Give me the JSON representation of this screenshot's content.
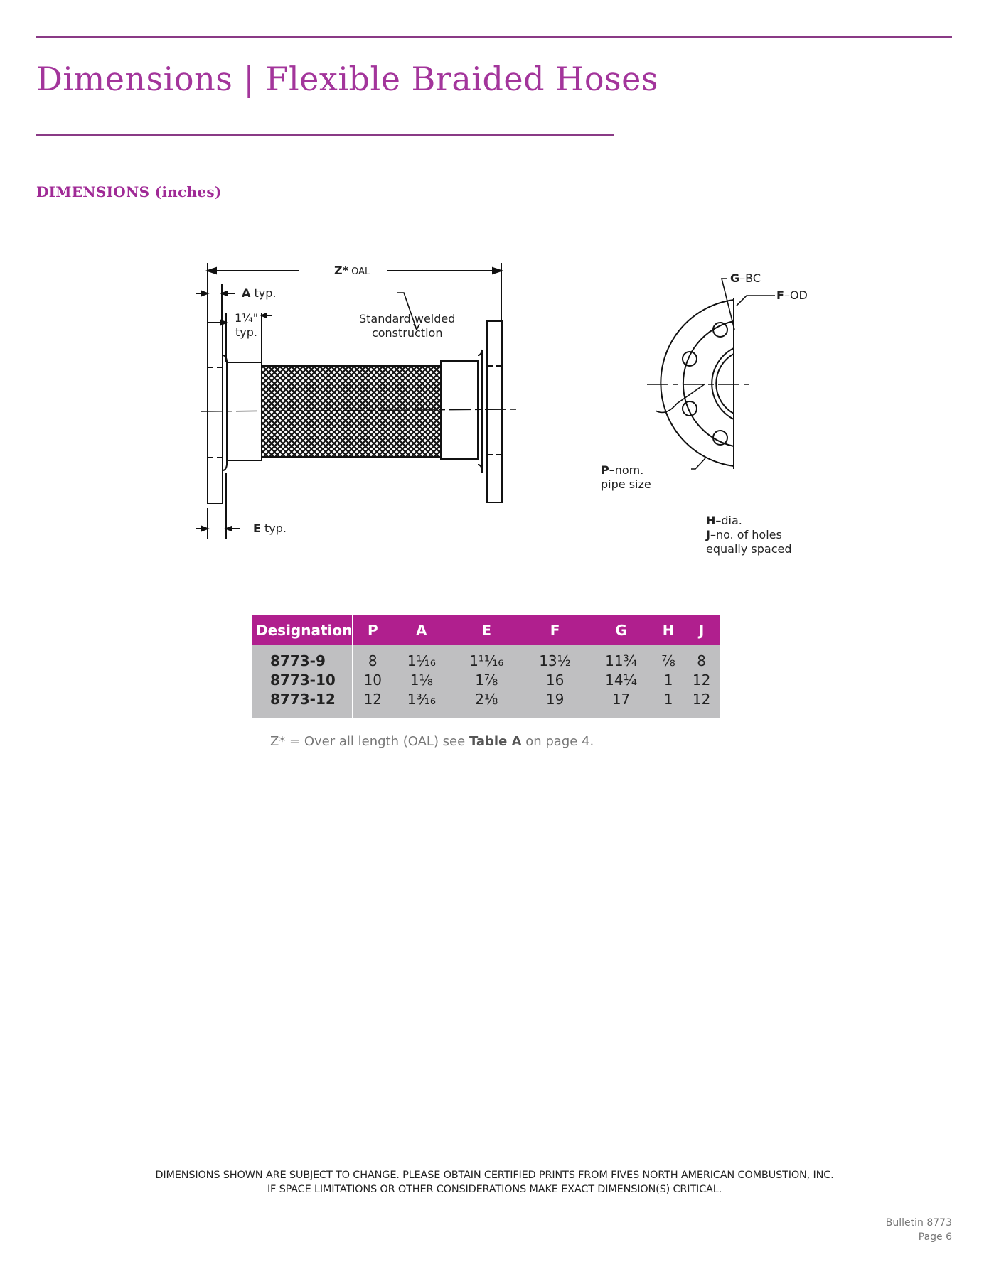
{
  "header": {
    "title": "Dimensions | Flexible Braided Hoses",
    "section_heading": "DIMENSIONS (inches)",
    "accent_color": "#a3359b",
    "rule_color": "#8a3a86"
  },
  "diagram": {
    "side_view": {
      "z_label_bold": "Z*",
      "z_label_rest": " OAL",
      "a_label_bold": "A",
      "a_label_rest": " typ.",
      "flange_width_line1": "1¼\"",
      "flange_width_line2": "typ.",
      "weld_line1": "Standard welded",
      "weld_line2": "construction",
      "e_label_bold": "E",
      "e_label_rest": " typ."
    },
    "end_view": {
      "g_label_bold": "G",
      "g_label_rest": "–BC",
      "f_label_bold": "F",
      "f_label_rest": "–OD",
      "p_label_bold": "P",
      "p_label_rest": "–nom.",
      "p_label_line2": "pipe size",
      "h_label_bold": "H",
      "h_label_rest": "–dia.",
      "j_label_bold": "J",
      "j_label_rest": "–no. of holes",
      "j_label_line2": "equally spaced"
    }
  },
  "table": {
    "header_color": "#b01f8e",
    "body_color": "#bfbfc1",
    "columns": [
      "Designation",
      "P",
      "A",
      "E",
      "F",
      "G",
      "H",
      "J"
    ],
    "rows": [
      [
        "8773-9",
        "8",
        "1¹⁄₁₆",
        "1¹¹⁄₁₆",
        "13½",
        "11¾",
        "⅞",
        "8"
      ],
      [
        "8773-10",
        "10",
        "1⅛",
        "1⅞",
        "16",
        "14¼",
        "1",
        "12"
      ],
      [
        "8773-12",
        "12",
        "1³⁄₁₆",
        "2⅛",
        "19",
        "17",
        "1",
        "12"
      ]
    ]
  },
  "note": {
    "prefix": "Z* = Over all length (OAL) see ",
    "bold": "Table A",
    "suffix": " on page 4."
  },
  "footer": {
    "disclaimer_line1": "DIMENSIONS SHOWN ARE SUBJECT TO CHANGE. PLEASE OBTAIN CERTIFIED PRINTS FROM FIVES NORTH AMERICAN COMBUSTION, INC.",
    "disclaimer_line2": "IF SPACE LIMITATIONS OR OTHER CONSIDERATIONS MAKE EXACT DIMENSION(S) CRITICAL.",
    "bulletin": "Bulletin 8773",
    "page": "Page 6"
  }
}
